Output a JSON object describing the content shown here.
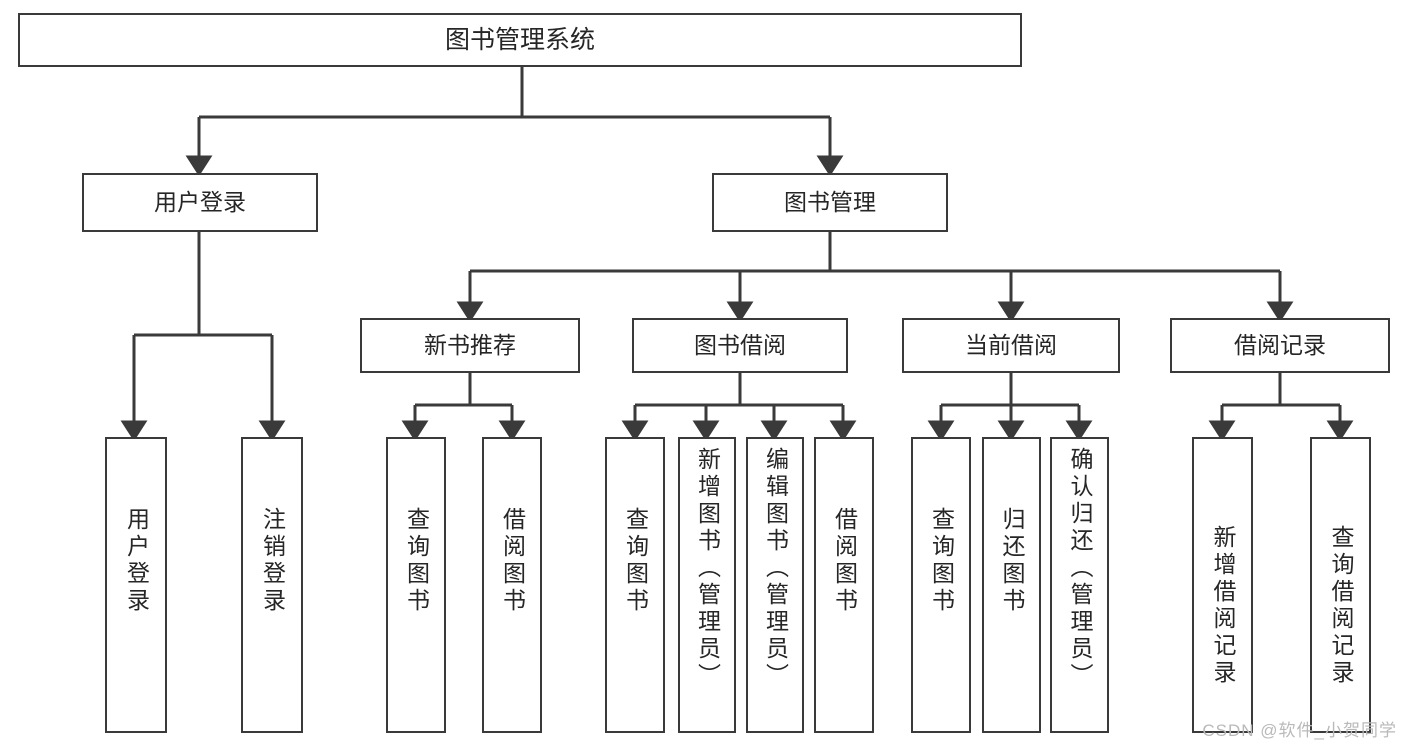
{
  "diagram": {
    "title": "图书管理系统",
    "type": "tree-hierarchy",
    "root": {
      "label": "图书管理系统"
    },
    "level1": [
      {
        "label": "用户登录"
      },
      {
        "label": "图书管理"
      }
    ],
    "level2": [
      {
        "label": "新书推荐"
      },
      {
        "label": "图书借阅"
      },
      {
        "label": "当前借阅"
      },
      {
        "label": "借阅记录"
      }
    ],
    "leaves": {
      "user_login": [
        {
          "label": "用户登录"
        },
        {
          "label": "注销登录"
        }
      ],
      "new_book_recommend": [
        {
          "label": "查询图书"
        },
        {
          "label": "借阅图书"
        }
      ],
      "book_borrow": [
        {
          "label": "查询图书"
        },
        {
          "label": "新增图书（管理员）"
        },
        {
          "label": "编辑图书（管理员）"
        },
        {
          "label": "借阅图书"
        }
      ],
      "current_borrow": [
        {
          "label": "查询图书"
        },
        {
          "label": "归还图书"
        },
        {
          "label": "确认归还（管理员）"
        }
      ],
      "borrow_records": [
        {
          "label": "新增借阅记录"
        },
        {
          "label": "查询借阅记录"
        }
      ]
    }
  },
  "watermark": {
    "text": "CSDN @软件_小贺同学"
  },
  "colors": {
    "stroke": "#3a3a3a",
    "text": "#262626",
    "background": "#ffffff",
    "watermark": "#b9b9b9"
  }
}
